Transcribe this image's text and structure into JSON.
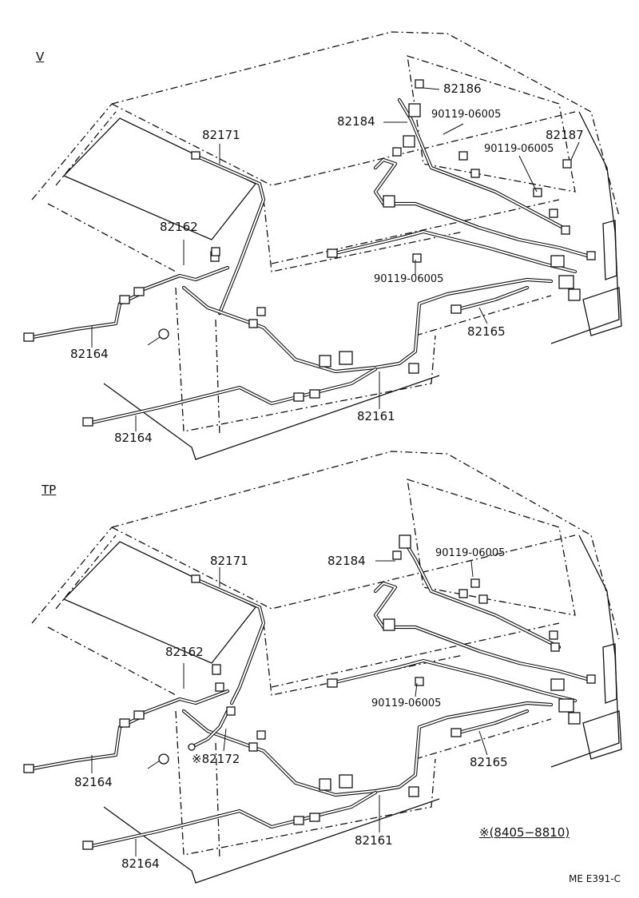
{
  "sections": {
    "top": {
      "label": "V"
    },
    "bottom": {
      "label": "TP"
    }
  },
  "parts_top": {
    "p82186": "82186",
    "p82184": "82184",
    "p90119_a": "90119-06005",
    "p82171": "82171",
    "p82187": "82187",
    "p90119_b": "90119-06005",
    "p82162": "82162",
    "p90119_c": "90119-06005",
    "p82164_a": "82164",
    "p82165": "82165",
    "p82161": "82161",
    "p82164_b": "82164"
  },
  "parts_bottom": {
    "p82171": "82171",
    "p82184": "82184",
    "p90119_a": "90119-06005",
    "p82162": "82162",
    "p90119_b": "90119-06005",
    "p82164_a": "82164",
    "p82172": "※82172",
    "p82165": "82165",
    "p82161": "82161",
    "p82164_b": "82164"
  },
  "footnote": "※(8405−8810)",
  "drawing_code": "ME E391-C"
}
